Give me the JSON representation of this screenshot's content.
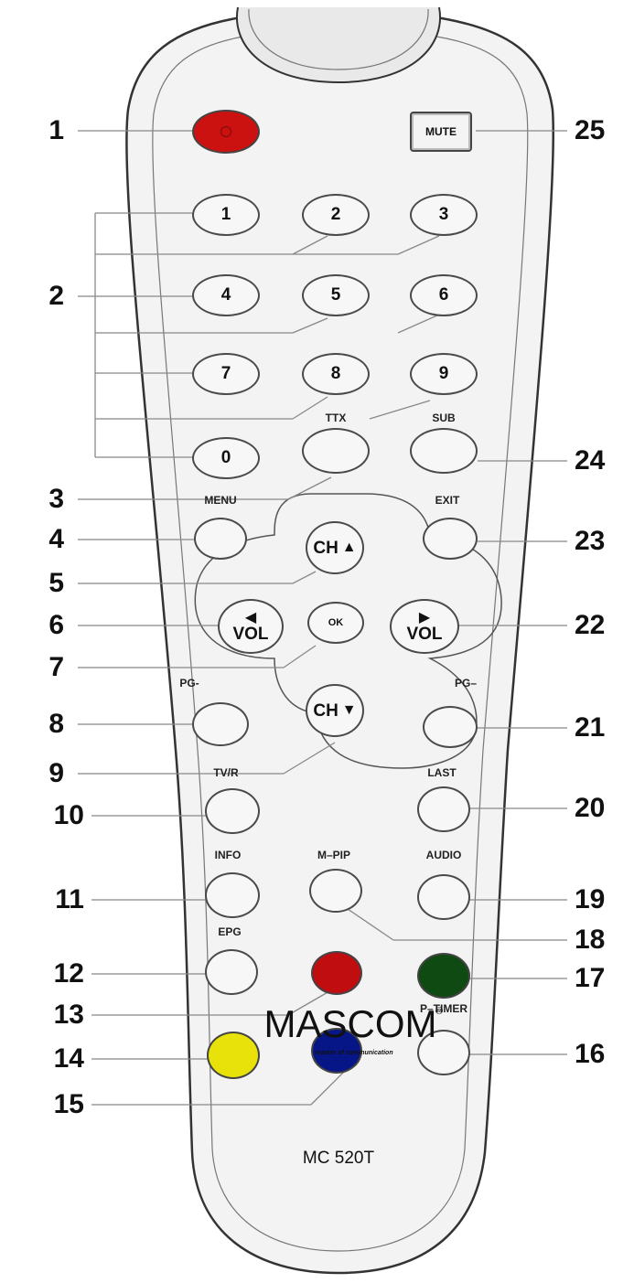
{
  "callouts_left": [
    "1",
    "2",
    "3",
    "4",
    "5",
    "6",
    "7",
    "8",
    "9",
    "10",
    "11",
    "12",
    "13",
    "14",
    "15"
  ],
  "callouts_right": [
    "25",
    "24",
    "23",
    "22",
    "21",
    "20",
    "19",
    "18",
    "17",
    "16"
  ],
  "digits": [
    "1",
    "2",
    "3",
    "4",
    "5",
    "6",
    "7",
    "8",
    "9",
    "0"
  ],
  "buttons": {
    "mute": "MUTE",
    "ttx": "TTX",
    "sub": "SUB",
    "menu": "MENU",
    "exit": "EXIT",
    "ch_up": "CH",
    "ch_down": "CH",
    "vol": "VOL",
    "ok": "OK",
    "pg_minus": "PG-",
    "pg_plus": "PG–",
    "tvr": "TV/R",
    "last": "LAST",
    "info": "INFO",
    "mpip": "M–PIP",
    "audio": "AUDIO",
    "epg": "EPG",
    "ptimer": "P–TIMER"
  },
  "colors": {
    "power": "#cc1111",
    "red": "#c00d10",
    "green": "#0f4a12",
    "yellow": "#e8e20a",
    "blue": "#071686"
  },
  "icons": {
    "power": "power-icon",
    "up": "triangle-up-icon",
    "down": "triangle-down-icon",
    "left": "triangle-left-icon",
    "right": "triangle-right-icon"
  },
  "brand": {
    "name": "MASCOM",
    "registered": "®",
    "tagline": "master of communication"
  },
  "model": "MC 520T"
}
